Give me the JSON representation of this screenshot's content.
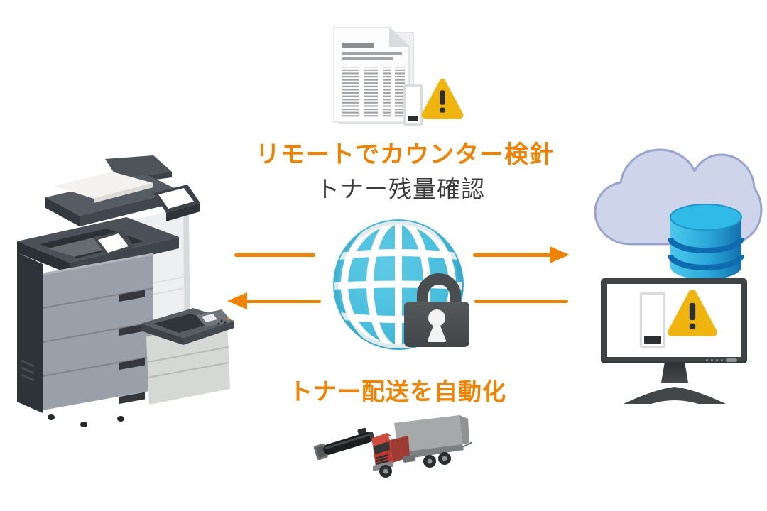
{
  "labels": {
    "counter_reading": "リモートでカウンター検針",
    "toner_level": "トナー残量確認",
    "toner_delivery": "トナー配送を自動化"
  },
  "colors": {
    "accent_orange": "#ef8200",
    "text_dark": "#3b3b3b",
    "globe_cyan": "#4cc0de",
    "padlock_gray": "#4a4d4f",
    "warning_amber": "#f0b40f",
    "cloud_fill": "#ced4ea",
    "cloud_border": "#98a4cd",
    "database_blue_light": "#4cc8ee",
    "database_blue_dark": "#146fb0",
    "monitor_gray": "#3f4345",
    "truck_red": "#c0392f",
    "truck_cargo_gray": "#a6a8aa",
    "printer_dark": "#4b5158",
    "printer_gray": "#9aa0a9",
    "printer_light": "#d6d8d5"
  },
  "icons": [
    "counter-report-document-icon",
    "toner-gauge-icon",
    "warning-triangle-icon",
    "mfp-printer-icon",
    "desktop-printer-icon",
    "globe-network-icon",
    "padlock-icon",
    "arrow-right-icon",
    "arrow-left-icon",
    "cloud-icon",
    "database-icon",
    "monitor-icon",
    "toner-cartridge-icon",
    "delivery-truck-icon"
  ]
}
